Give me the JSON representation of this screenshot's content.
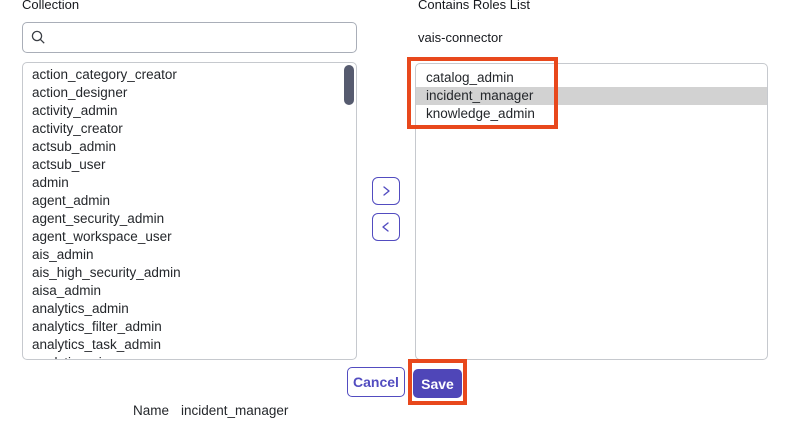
{
  "collection": {
    "label": "Collection",
    "search": {
      "placeholder": "",
      "value": "",
      "icon": "search-icon"
    },
    "items": [
      "action_category_creator",
      "action_designer",
      "activity_admin",
      "activity_creator",
      "actsub_admin",
      "actsub_user",
      "admin",
      "agent_admin",
      "agent_security_admin",
      "agent_workspace_user",
      "ais_admin",
      "ais_high_security_admin",
      "aisa_admin",
      "analytics_admin",
      "analytics_filter_admin",
      "analytics_task_admin",
      "analytics_viewer"
    ]
  },
  "roles": {
    "label": "Contains Roles List",
    "group_name": "vais-connector",
    "items": [
      {
        "label": "catalog_admin",
        "selected": false
      },
      {
        "label": "incident_manager",
        "selected": true
      },
      {
        "label": "knowledge_admin",
        "selected": false
      }
    ]
  },
  "transfer": {
    "add_icon": "chevron-right-icon",
    "remove_icon": "chevron-left-icon"
  },
  "footer": {
    "cancel_label": "Cancel",
    "save_label": "Save",
    "name_label": "Name",
    "name_value": "incident_manager"
  },
  "colors": {
    "accent_indigo": "#4f46b8",
    "annotation_orange": "#e8481c",
    "selection_gray": "#d2d2d2",
    "scrollbar_slate": "#565b6f",
    "list_border": "#c6c9ce"
  }
}
